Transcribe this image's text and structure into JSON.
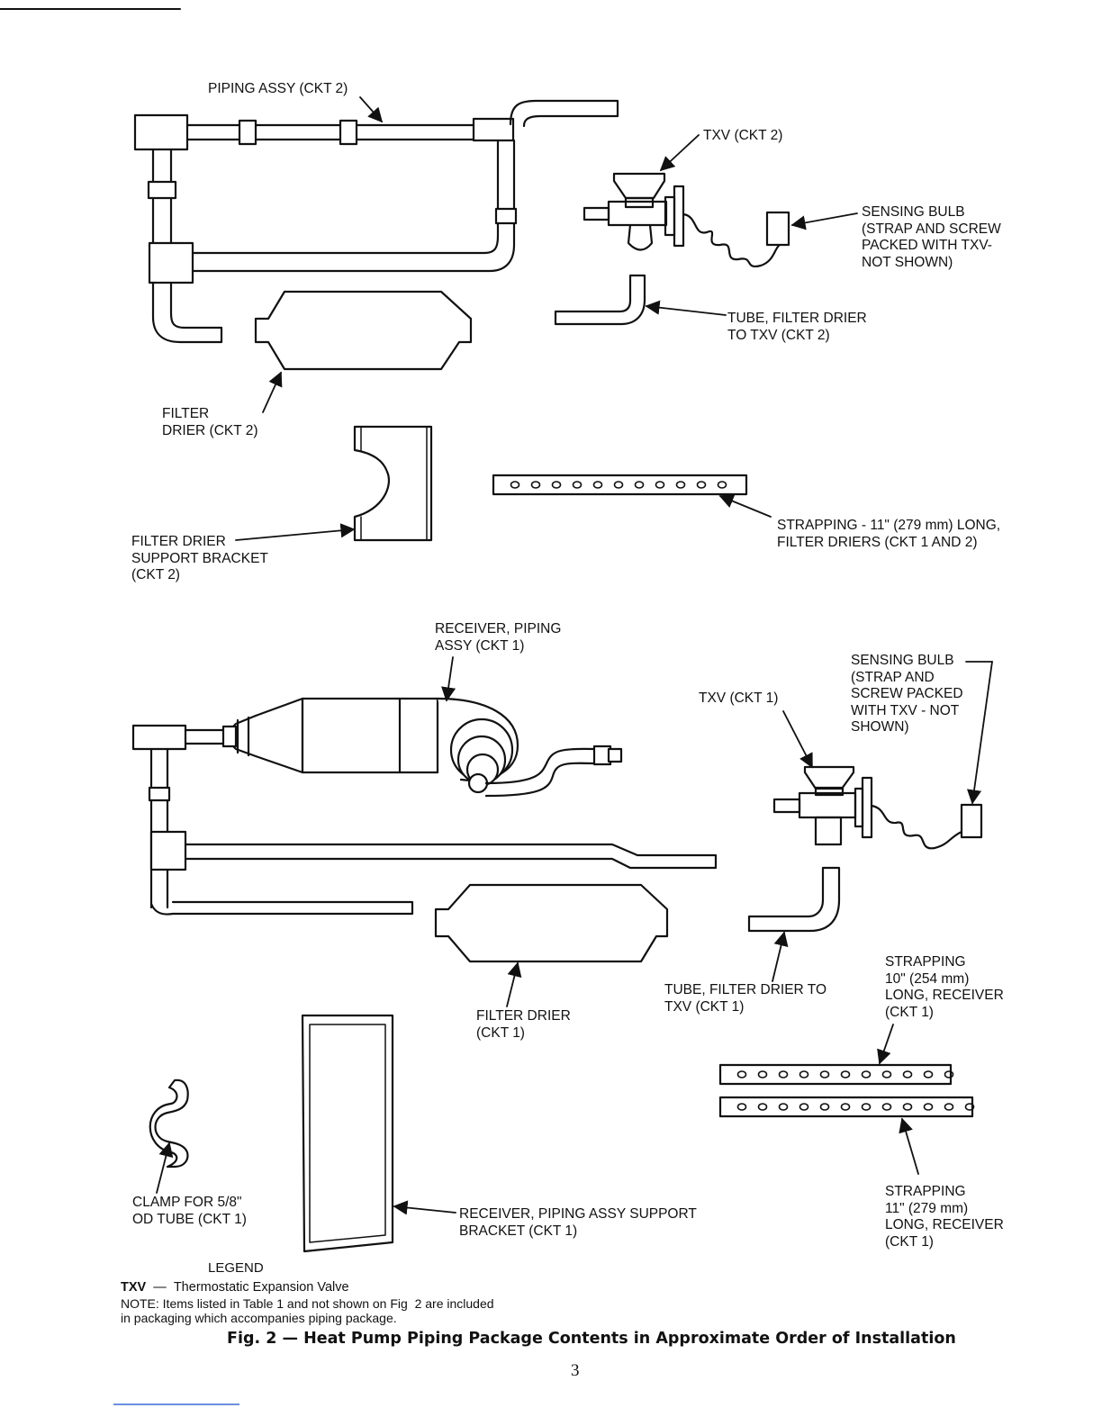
{
  "labels": {
    "piping_assy_ckt2": "PIPING ASSY (CKT 2)",
    "txv_ckt2": "TXV (CKT 2)",
    "sensing_bulb_ckt2": "SENSING BULB\n(STRAP AND SCREW\nPACKED WITH TXV-\nNOT SHOWN)",
    "tube_filter_drier_ckt2": "TUBE, FILTER DRIER\nTO TXV (CKT 2)",
    "filter_drier_ckt2": "FILTER\nDRIER (CKT 2)",
    "filter_drier_bracket_ckt2": "FILTER DRIER\nSUPPORT BRACKET\n(CKT 2)",
    "strapping_filter_driers": "STRAPPING - 11\" (279 mm) LONG,\nFILTER DRIERS (CKT 1 AND 2)",
    "receiver_piping_assy_ckt1": "RECEIVER, PIPING\nASSY (CKT 1)",
    "sensing_bulb_ckt1": "SENSING BULB\n(STRAP AND\nSCREW PACKED\nWITH TXV - NOT\nSHOWN)",
    "txv_ckt1": "TXV (CKT 1)",
    "filter_drier_ckt1": "FILTER DRIER\n(CKT 1)",
    "tube_filter_drier_ckt1": "TUBE, FILTER DRIER TO\nTXV (CKT 1)",
    "strapping_10_receiver": "STRAPPING\n10\" (254 mm)\nLONG, RECEIVER\n(CKT 1)",
    "strapping_11_receiver": "STRAPPING\n11\" (279 mm)\nLONG, RECEIVER\n(CKT 1)",
    "clamp_ckt1": "CLAMP FOR 5/8\"\nOD TUBE (CKT 1)",
    "receiver_bracket_ckt1": "RECEIVER, PIPING ASSY SUPPORT\nBRACKET (CKT 1)"
  },
  "legend": {
    "title": "LEGEND",
    "abbr": "TXV",
    "dash": "—",
    "meaning": "Thermostatic Expansion Valve",
    "note": "NOTE: Items listed in Table 1 and not shown on Fig  2 are included\nin packaging which accompanies piping package."
  },
  "caption": "Fig. 2 — Heat Pump Piping Package Contents in Approximate Order of Installation",
  "page_number": "3"
}
